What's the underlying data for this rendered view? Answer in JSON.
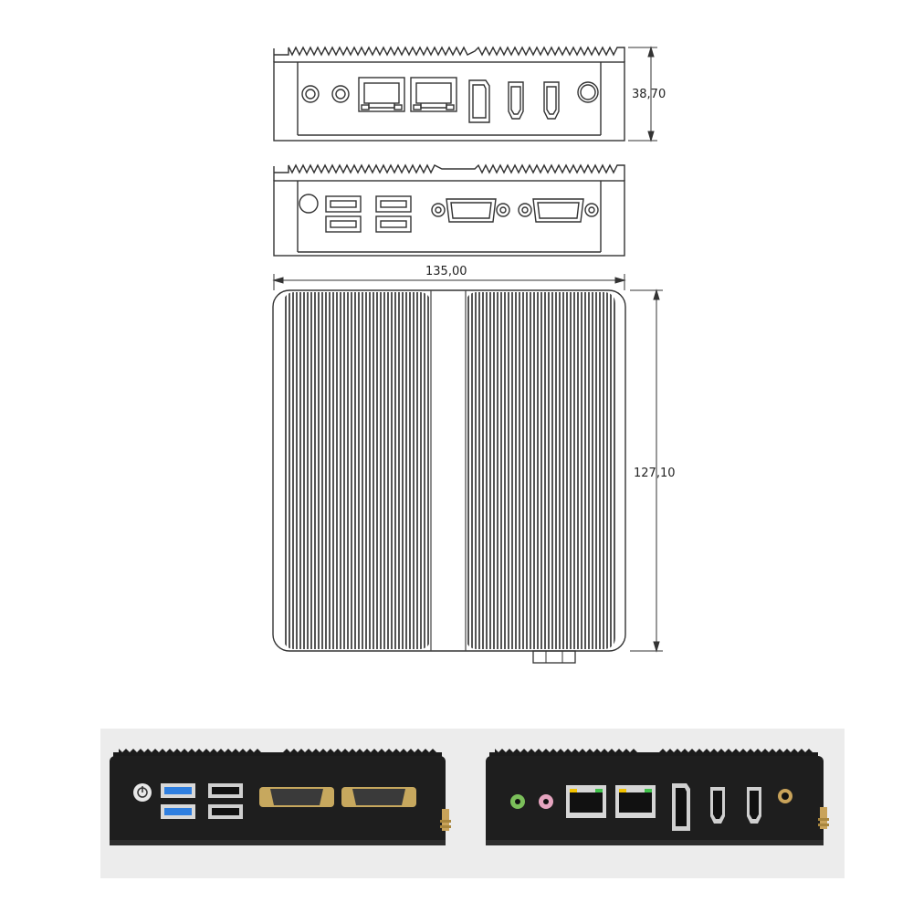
{
  "dimensions": {
    "height": "38,70",
    "width": "135,00",
    "depth": "127,10"
  }
}
